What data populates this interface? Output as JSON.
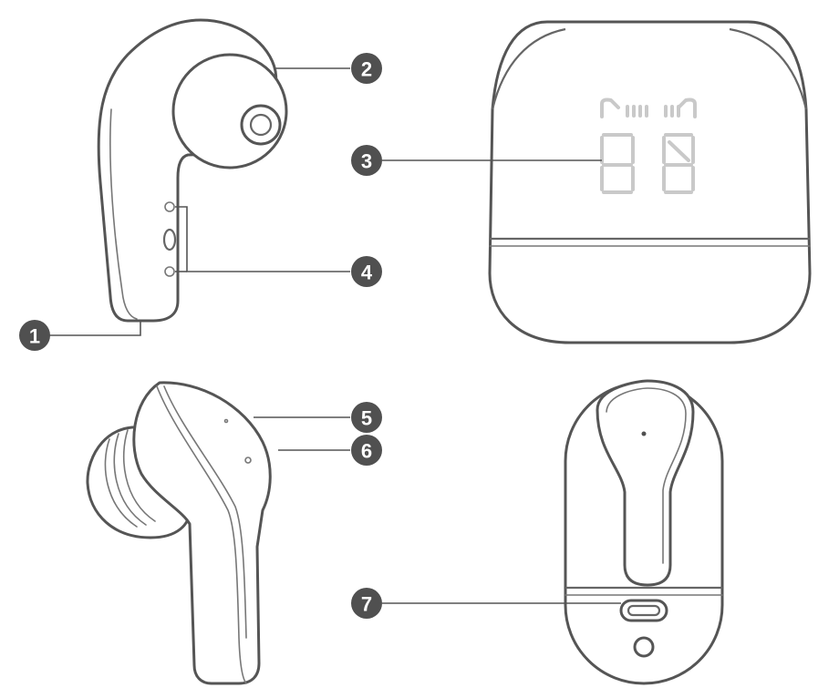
{
  "callouts": [
    {
      "number": "1"
    },
    {
      "number": "2"
    },
    {
      "number": "3"
    },
    {
      "number": "4"
    },
    {
      "number": "5"
    },
    {
      "number": "6"
    },
    {
      "number": "7"
    }
  ],
  "colors": {
    "outline": "#555555",
    "marker_fill": "#505050",
    "marker_text": "#ffffff",
    "led_segments": "#c9c9c9",
    "background": "#ffffff"
  }
}
